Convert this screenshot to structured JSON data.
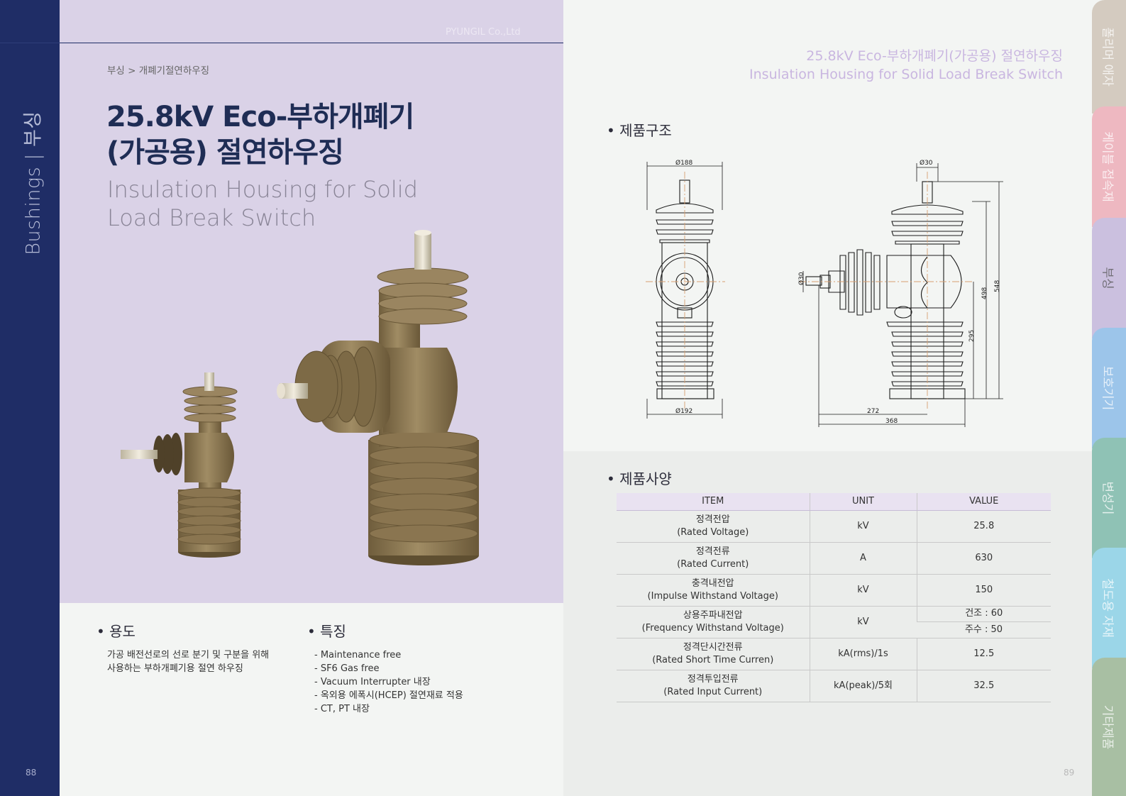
{
  "sidebar": {
    "title": "Bushings  |  부싱",
    "page_left": "88"
  },
  "left": {
    "company": "PYUNGIL Co.,Ltd",
    "breadcrumb": "부싱 > 개폐기절연하우징",
    "title_ko_1": "25.8kV Eco-부하개폐기",
    "title_ko_2": "(가공용) 절연하우징",
    "title_en_1": "Insulation Housing for Solid",
    "title_en_2": "Load Break Switch",
    "usage_heading": "• 용도",
    "usage_line1": "가공 배전선로의 선로 분기 및 구분을 위해",
    "usage_line2": "사용하는 부하개폐기용 절연 하우징",
    "features_heading": "• 특징",
    "features": [
      "- Maintenance free",
      "- SF6 Gas free",
      "- Vacuum Interrupter 내장",
      "- 옥외용 에폭시(HCEP) 절연재료 적용",
      "- CT, PT 내장"
    ]
  },
  "right": {
    "header_ko": "25.8kV Eco-부하개폐기(가공용) 절연하우징",
    "header_en": "Insulation Housing for Solid Load Break Switch",
    "structure_heading": "• 제품구조",
    "spec_heading": "• 제품사양",
    "page_right": "89",
    "dims": {
      "d188": "Ø188",
      "d192": "Ø192",
      "d30_top": "Ø30",
      "d30_side": "Ø30",
      "h548": "548",
      "h498": "498",
      "h295": "295",
      "w272": "272",
      "w368": "368"
    },
    "table": {
      "headers": [
        "ITEM",
        "UNIT",
        "VALUE"
      ],
      "rows": [
        {
          "ko": "정격전압",
          "en": "(Rated Voltage)",
          "unit": "kV",
          "value": "25.8"
        },
        {
          "ko": "정격전류",
          "en": "(Rated Current)",
          "unit": "A",
          "value": "630"
        },
        {
          "ko": "충격내전압",
          "en": "(Impulse Withstand Voltage)",
          "unit": "kV",
          "value": "150"
        },
        {
          "ko": "상용주파내전압",
          "en": "(Frequency Withstand Voltage)",
          "unit": "kV",
          "value_dry": "건조 : 60",
          "value_wet": "주수 : 50"
        },
        {
          "ko": "정격단시간전류",
          "en": "(Rated Short Time Curren)",
          "unit": "kA(rms)/1s",
          "value": "12.5"
        },
        {
          "ko": "정격투입전류",
          "en": "(Rated Input Current)",
          "unit": "kA(peak)/5회",
          "value": "32.5"
        }
      ]
    }
  },
  "tabs": [
    {
      "label": "폴리머 애자",
      "color": "#d4cbc0"
    },
    {
      "label": "케이블 접속재",
      "color": "#eeb8c1"
    },
    {
      "label": "부싱",
      "color": "#cbc0df"
    },
    {
      "label": "보호기기",
      "color": "#9cc5ea"
    },
    {
      "label": "변성기",
      "color": "#8fc2b5"
    },
    {
      "label": "철도용 자재",
      "color": "#9bd6e8"
    },
    {
      "label": "기타제품",
      "color": "#a8bfa3"
    }
  ],
  "colors": {
    "navy": "#1f2d66",
    "lilac": "#dad2e7",
    "housing": "#8e7a56",
    "centerline": "#d8a070"
  }
}
